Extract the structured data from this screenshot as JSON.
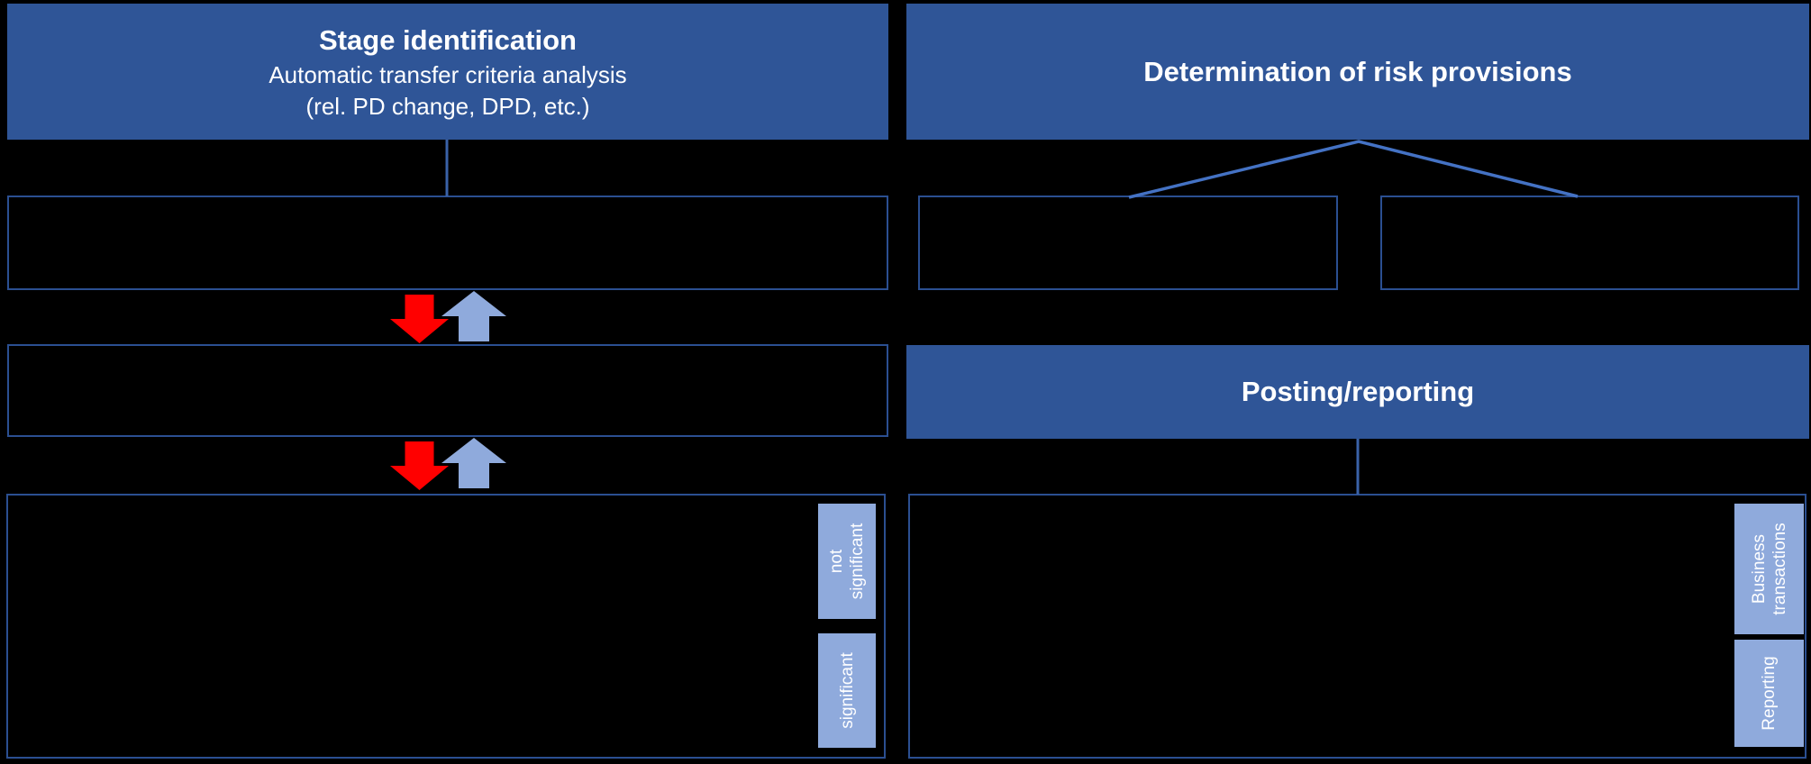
{
  "diagram": {
    "left_column": {
      "header": {
        "title": "Stage identification",
        "subtitle_line1": "Automatic transfer criteria analysis",
        "subtitle_line2": "(rel. PD change, DPD, etc.)"
      },
      "side_labels": {
        "top": "not significant",
        "bottom": "significant"
      }
    },
    "right_column": {
      "header": {
        "title": "Determination of risk provisions"
      },
      "posting_header": {
        "title": "Posting/reporting"
      },
      "side_labels": {
        "top": "Business transactions",
        "bottom": "Reporting"
      }
    },
    "icons": {
      "down_arrow": "red-block-arrow-down",
      "up_arrow": "blue-block-arrow-up"
    },
    "colors": {
      "background": "#000000",
      "header_fill": "#2F5597",
      "box_border": "#2B4F91",
      "connector_line": "#4472C4",
      "connector_dark": "#3A62A8",
      "side_label_fill": "#8FAADC",
      "arrow_red": "#FF0000",
      "arrow_blue": "#8FAADC",
      "text": "#FFFFFF"
    }
  }
}
